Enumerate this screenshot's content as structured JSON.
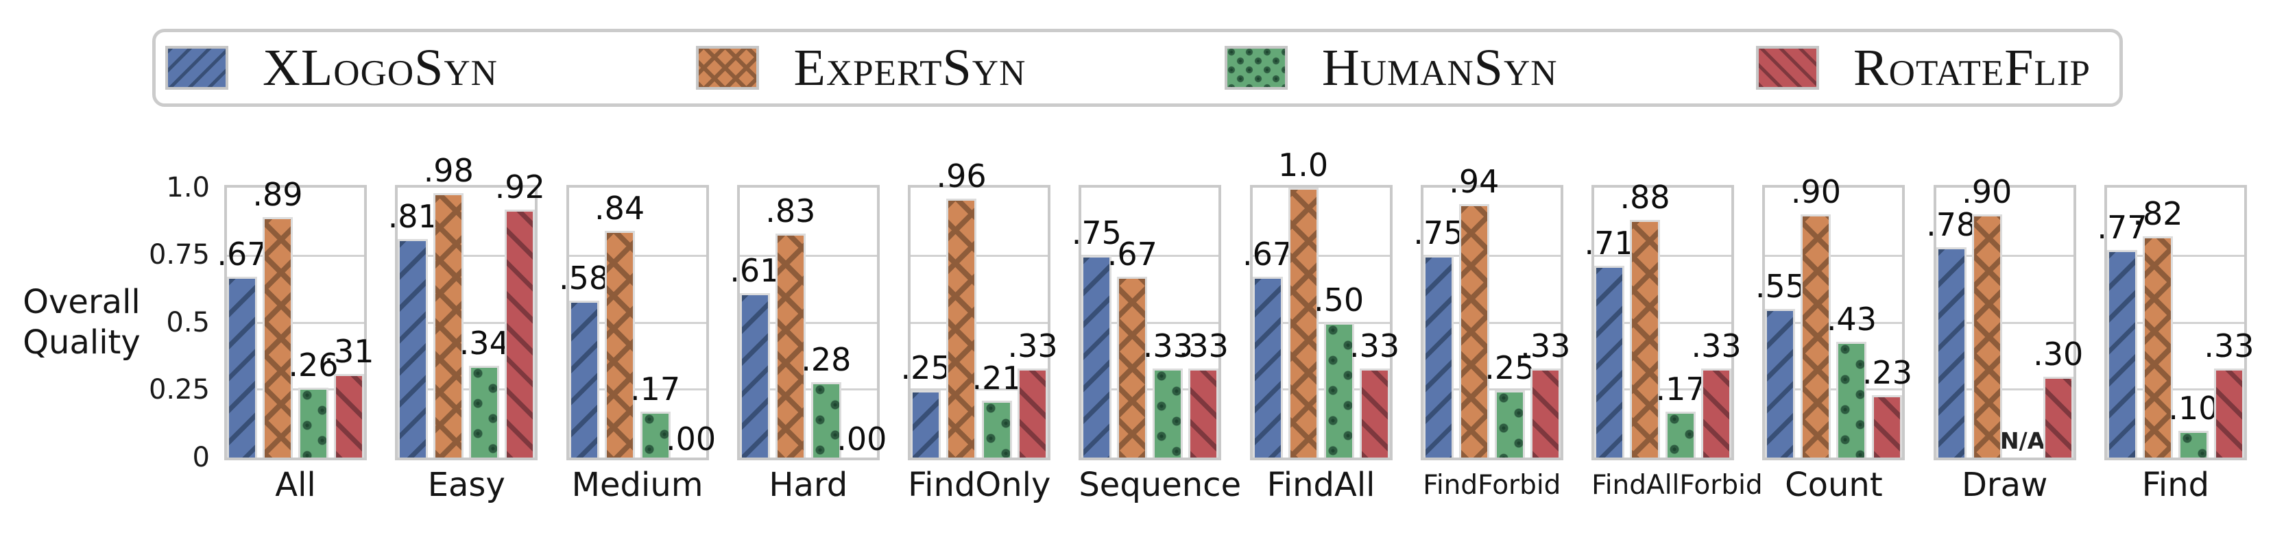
{
  "figure": {
    "description": "Grouped bar chart with 12 small-multiple panels comparing four dataset-generation methods on Overall Quality",
    "background_color": "#ffffff"
  },
  "legend": {
    "items": [
      {
        "label": "XLogoSyn",
        "color": "#5a76ac",
        "hatch": "forward-diagonal-lines",
        "hatch_color": "#384f76"
      },
      {
        "label": "ExpertSyn",
        "color": "#d08757",
        "hatch": "cross-hatch",
        "hatch_color": "#8e5c3a"
      },
      {
        "label": "HumanSyn",
        "color": "#64a877",
        "hatch": "dots",
        "hatch_color": "#2e5c41"
      },
      {
        "label": "RotateFlip",
        "color": "#bc5459",
        "hatch": "backward-diagonal-lines",
        "hatch_color": "#7e383e"
      }
    ]
  },
  "y_axis": {
    "label_lines": [
      "Overall",
      "Quality"
    ],
    "ticks": [
      "1.0",
      "0.75",
      "0.5",
      "0.25",
      "0"
    ]
  },
  "chart_data": {
    "type": "bar",
    "title": "",
    "xlabel": "",
    "ylabel": "Overall Quality",
    "ylim": [
      0,
      1
    ],
    "grid": "horizontal gridlines at 0.25, 0.5, 0.75; each category drawn in its own light-gray framed panel",
    "legend_position": "top, horizontal, boxed",
    "categories": [
      "All",
      "Easy",
      "Medium",
      "Hard",
      "FindOnly",
      "Sequence",
      "FindAll",
      "FindForbid",
      "FindAllForbid",
      "Count",
      "Draw",
      "Find"
    ],
    "series": [
      {
        "name": "XLogoSyn",
        "values": [
          0.67,
          0.81,
          0.58,
          0.61,
          0.25,
          0.75,
          0.67,
          0.75,
          0.71,
          0.55,
          0.78,
          0.77
        ],
        "display": [
          ".67",
          ".81",
          ".58",
          ".61",
          ".25",
          ".75",
          ".67",
          ".75",
          ".71",
          ".55",
          ".78",
          ".77"
        ]
      },
      {
        "name": "ExpertSyn",
        "values": [
          0.89,
          0.98,
          0.84,
          0.83,
          0.96,
          0.67,
          1.0,
          0.94,
          0.88,
          0.9,
          0.9,
          0.82
        ],
        "display": [
          ".89",
          ".98",
          ".84",
          ".83",
          ".96",
          ".67",
          "1.0",
          ".94",
          ".88",
          ".90",
          ".90",
          ".82"
        ]
      },
      {
        "name": "HumanSyn",
        "values": [
          0.26,
          0.34,
          0.17,
          0.28,
          0.21,
          0.33,
          0.5,
          0.25,
          0.17,
          0.43,
          null,
          0.1
        ],
        "display": [
          ".26",
          ".34",
          ".17",
          ".28",
          ".21",
          ".33",
          ".50",
          ".25",
          ".17",
          ".43",
          "N/A",
          ".10"
        ]
      },
      {
        "name": "RotateFlip",
        "values": [
          0.31,
          0.92,
          0.0,
          0.0,
          0.33,
          0.33,
          0.33,
          0.33,
          0.33,
          0.23,
          0.3,
          0.33
        ],
        "display": [
          ".31",
          ".92",
          ".00",
          ".00",
          ".33",
          ".33",
          ".33",
          ".33",
          ".33",
          ".23",
          ".30",
          ".33"
        ]
      }
    ]
  },
  "colors": {
    "panel_frame": "#c9c9c9",
    "gridline": "#d2d2d2",
    "bar_edge": "#dcdcdc",
    "text": "#111111"
  }
}
